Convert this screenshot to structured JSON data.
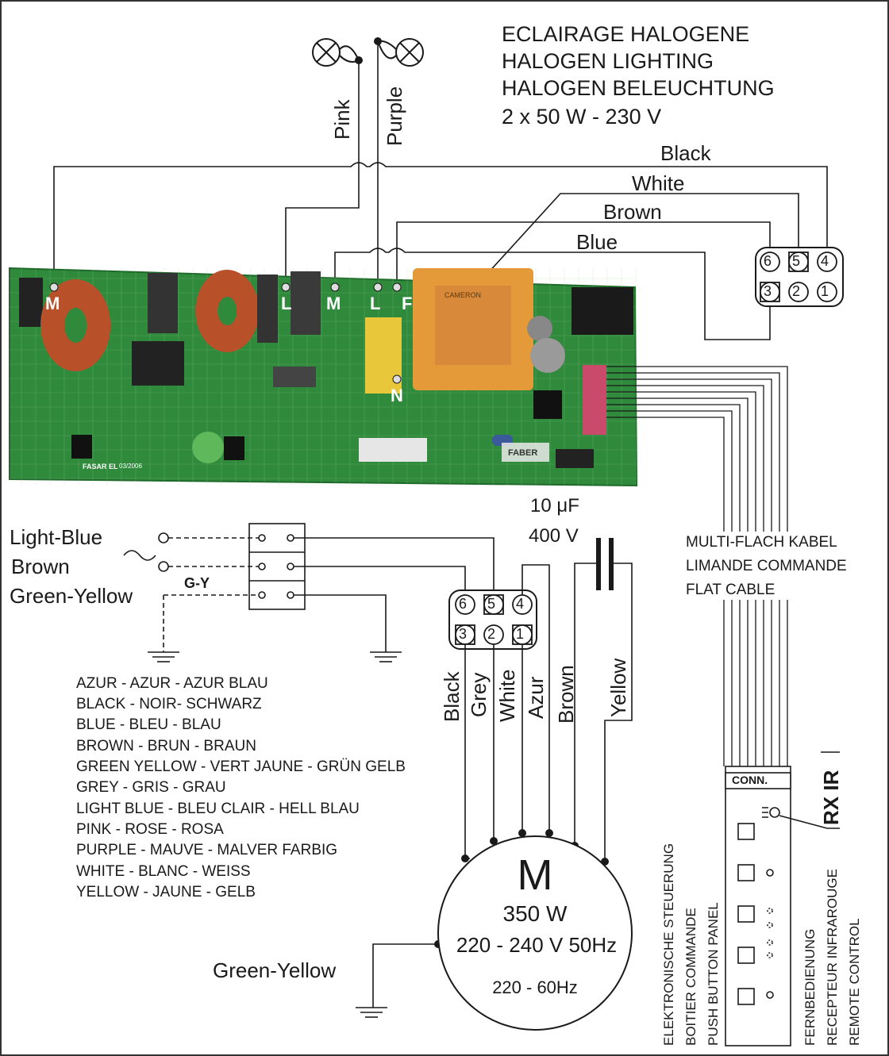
{
  "title_lines": [
    "ECLAIRAGE HALOGENE",
    "HALOGEN LIGHTING",
    "HALOGEN BELEUCHTUNG",
    "2 x 50 W - 230 V"
  ],
  "top_wires": {
    "pink": "Pink",
    "purple": "Purple",
    "black": "Black",
    "white": "White",
    "brown": "Brown",
    "blue": "Blue"
  },
  "pcb": {
    "terminals": [
      "M",
      "L",
      "M",
      "L",
      "F",
      "N"
    ],
    "board_label": "FASAR EL",
    "board_code": "03/2006",
    "brand": "FABER",
    "transformer_brand": "CAMERON"
  },
  "top_connector": {
    "pins_top": [
      "6",
      "5",
      "4"
    ],
    "pins_bottom": [
      "3",
      "2",
      "1"
    ]
  },
  "mains": {
    "light_blue": "Light-Blue",
    "brown": "Brown",
    "green_yellow": "Green-Yellow",
    "ground_tag": "G-Y"
  },
  "capacitor": {
    "capacitance": "10 μF",
    "voltage": "400 V"
  },
  "motor_connector": {
    "pins_top": [
      "6",
      "5",
      "4"
    ],
    "pins_bottom": [
      "3",
      "2",
      "1"
    ]
  },
  "motor_wires": [
    "Black",
    "Grey",
    "White",
    "Azur",
    "Brown",
    "Yellow"
  ],
  "motor": {
    "symbol": "M",
    "power": "350 W",
    "rating": "220 - 240 V 50Hz",
    "alt_rating": "220 - 60Hz",
    "ground_label": "Green-Yellow"
  },
  "flat_cable": [
    "MULTI-FLACH KABEL",
    "LIMANDE COMMANDE",
    "FLAT CABLE"
  ],
  "legend": [
    "AZUR - AZUR - AZUR BLAU",
    "BLACK - NOIR- SCHWARZ",
    "BLUE - BLEU - BLAU",
    "BROWN - BRUN - BRAUN",
    "GREEN YELLOW - VERT JAUNE - GRÜN GELB",
    "GREY - GRIS - GRAU",
    "LIGHT BLUE - BLEU CLAIR - HELL BLAU",
    "PINK - ROSE - ROSA",
    "PURPLE - MAUVE - MALVER FARBIG",
    "WHITE - BLANC - WEISS",
    "YELLOW - JAUNE - GELB"
  ],
  "panel": {
    "conn_label": "CONN.",
    "rx_ir": "RX IR",
    "left_labels": [
      "ELEKTRONISCHE STEUERUNG",
      "BOITIER COMMANDE",
      "PUSH BUTTON PANEL"
    ],
    "right_labels": [
      "FERNBEDIENUNG",
      "RECEPTEUR INFRAROUGE",
      "REMOTE CONTROL"
    ]
  },
  "colors": {
    "pcb_green": "#2f8a3c",
    "pcb_dark": "#1f6a2a",
    "coil_copper": "#b8502a",
    "transformer": "#e59a3a",
    "capacitor_yellow": "#e8c83a",
    "ink": "#1a1a1a"
  }
}
